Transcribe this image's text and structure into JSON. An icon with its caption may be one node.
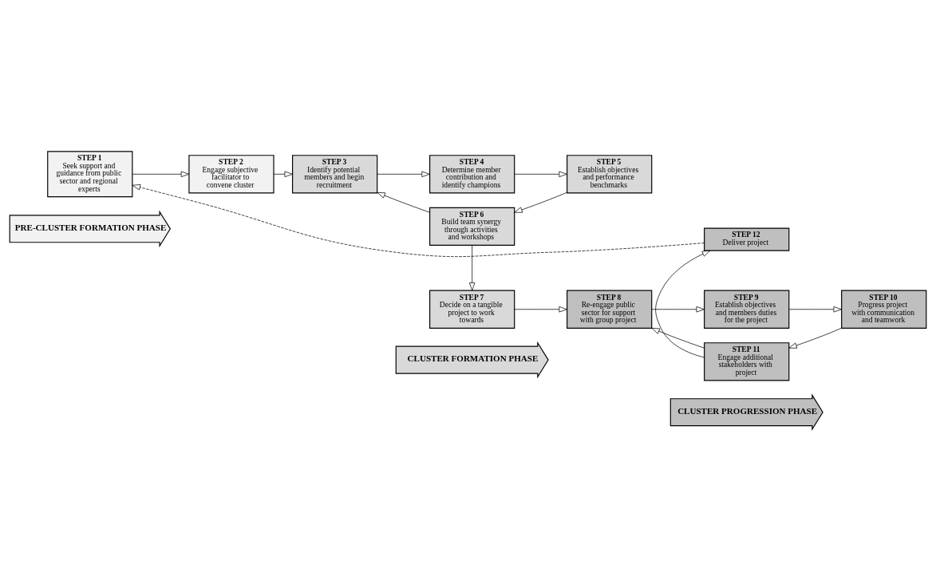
{
  "diagram": {
    "nodes": [
      {
        "text": [
          "PRE-CLUSTER FORMATION PHASE"
        ]
      },
      {
        "text": [
          "CLUSTER FORMATION PHASE"
        ]
      },
      {
        "text": [
          "CLUSTER PROGRESSION PHASE"
        ]
      },
      {
        "text": [
          "STEP 1",
          "Seek support and guidance from public sector and regional experts"
        ]
      },
      {
        "text": [
          "STEP 2",
          "Engage subjective facilitator to convene cluster"
        ]
      },
      {
        "text": [
          "STEP 3",
          "Identify potential members and begin recruitment"
        ]
      },
      {
        "text": [
          "STEP 4",
          "Determine member contribution and identify champions"
        ]
      },
      {
        "text": [
          "STEP 5",
          "Establish objectives and performance benchmarks"
        ]
      },
      {
        "text": [
          "STEP 6",
          "Build team synergy through activities and workshops"
        ]
      },
      {
        "text": [
          "STEP 7",
          "Decide on a tangible project to work towards"
        ]
      },
      {
        "text": [
          "STEP 8",
          "Re-engage public sector for support with group project"
        ]
      },
      {
        "text": [
          "STEP 9",
          "Establish objectives and members duties for the project"
        ]
      },
      {
        "text": [
          "STEP 10",
          "Progress project with communication and teamwork"
        ]
      },
      {
        "text": [
          "STEP 11",
          "Engage additional stakeholders with project"
        ]
      },
      {
        "text": [
          "STEP 12",
          "Deliver project"
        ]
      }
    ],
    "edges": [
      {
        "from": 3,
        "to": 4,
        "arrow": "to"
      },
      {
        "from": 4,
        "to": 5,
        "arrow": "to"
      },
      {
        "from": 5,
        "to": 6,
        "arrow": "to"
      },
      {
        "from": 6,
        "to": 7,
        "arrow": "to"
      },
      {
        "from": 7,
        "to": 8,
        "arrow": "to"
      },
      {
        "from": 8,
        "to": 5,
        "arrow": "to"
      },
      {
        "from": 8,
        "to": 9,
        "arrow": "to"
      },
      {
        "from": 9,
        "to": 10,
        "arrow": "to"
      },
      {
        "from": 10,
        "to": 11,
        "arrow": "to"
      },
      {
        "from": 11,
        "to": 12,
        "arrow": "to"
      },
      {
        "from": 12,
        "to": 13,
        "arrow": "to"
      },
      {
        "from": 13,
        "to": 10,
        "arrow": "to"
      },
      {
        "from": 13,
        "to": 14,
        "arrow": "to"
      },
      {
        "from": 14,
        "to": 3,
        "arrow": "to",
        "style": "dashed"
      }
    ]
  }
}
